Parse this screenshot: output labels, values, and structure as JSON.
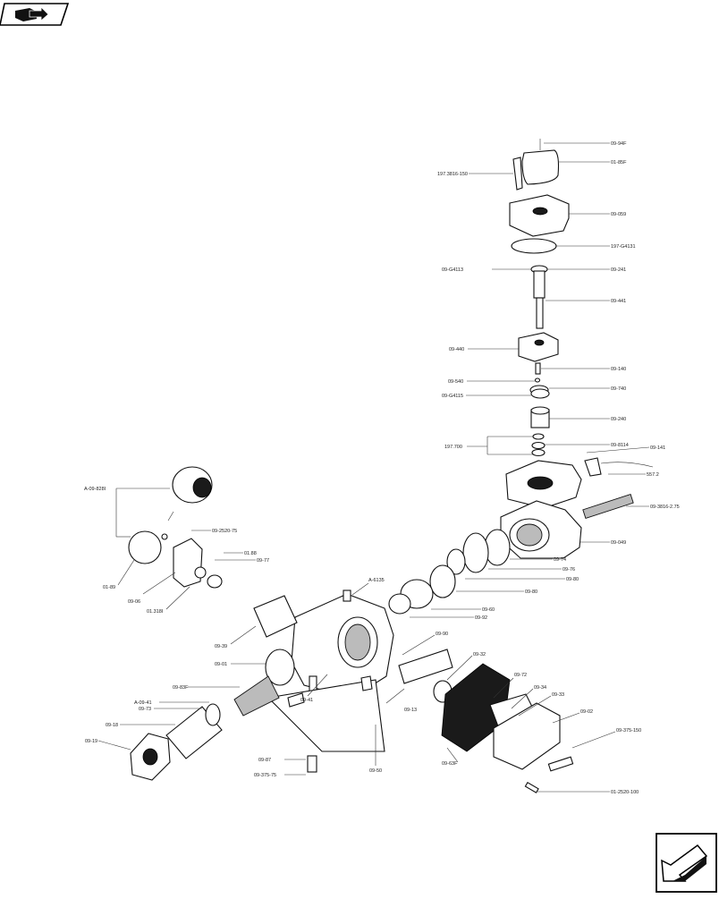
{
  "callouts": [
    {
      "id": "c1",
      "text": "09-94F"
    },
    {
      "id": "c2",
      "text": "01-85F"
    },
    {
      "id": "c3",
      "text": "197.3816-150"
    },
    {
      "id": "c4",
      "text": "09-059"
    },
    {
      "id": "c5",
      "text": "197-G4131"
    },
    {
      "id": "c6",
      "text": "09-G4113"
    },
    {
      "id": "c7",
      "text": "09-241"
    },
    {
      "id": "c8",
      "text": "09-441"
    },
    {
      "id": "c9",
      "text": "09-440"
    },
    {
      "id": "c10",
      "text": "09-140"
    },
    {
      "id": "c11",
      "text": "09-540"
    },
    {
      "id": "c12",
      "text": "09-740"
    },
    {
      "id": "c13",
      "text": "09-G4115"
    },
    {
      "id": "c14",
      "text": "09-240"
    },
    {
      "id": "c15",
      "text": "197.700"
    },
    {
      "id": "c16",
      "text": "09-8114"
    },
    {
      "id": "c17",
      "text": "09-141"
    },
    {
      "id": "c18",
      "text": "557.2"
    },
    {
      "id": "c19",
      "text": "09-3816-2.75"
    },
    {
      "id": "c20",
      "text": "09-049"
    },
    {
      "id": "c21",
      "text": "09-74"
    },
    {
      "id": "c22",
      "text": "09-76"
    },
    {
      "id": "c23",
      "text": "09-80"
    },
    {
      "id": "c24",
      "text": "09-80"
    },
    {
      "id": "c25",
      "text": "09-60"
    },
    {
      "id": "c26",
      "text": "09-92"
    },
    {
      "id": "c27",
      "text": "A-6135"
    },
    {
      "id": "c28",
      "text": "A-09-828I"
    },
    {
      "id": "c29",
      "text": "09-2520-75"
    },
    {
      "id": "c30",
      "text": "01.88"
    },
    {
      "id": "c31",
      "text": "09-77"
    },
    {
      "id": "c32",
      "text": "01-89"
    },
    {
      "id": "c33",
      "text": "09-06"
    },
    {
      "id": "c34",
      "text": "01.318I"
    },
    {
      "id": "c35",
      "text": "09-39"
    },
    {
      "id": "c36",
      "text": "09-01"
    },
    {
      "id": "c37",
      "text": "09-90"
    },
    {
      "id": "c38",
      "text": "09-32"
    },
    {
      "id": "c39",
      "text": "09-72"
    },
    {
      "id": "c40",
      "text": "09-34"
    },
    {
      "id": "c41",
      "text": "09-33"
    },
    {
      "id": "c42",
      "text": "09-02"
    },
    {
      "id": "c43",
      "text": "09-83F"
    },
    {
      "id": "c44",
      "text": "A-09-41"
    },
    {
      "id": "c45",
      "text": "09-73"
    },
    {
      "id": "c46",
      "text": "09-41"
    },
    {
      "id": "c47",
      "text": "09-13"
    },
    {
      "id": "c48",
      "text": "09-18"
    },
    {
      "id": "c49",
      "text": "09-19"
    },
    {
      "id": "c50",
      "text": "09-63F"
    },
    {
      "id": "c51",
      "text": "09-375-150"
    },
    {
      "id": "c52",
      "text": "09-87"
    },
    {
      "id": "c53",
      "text": "09-375-75"
    },
    {
      "id": "c54",
      "text": "09-50"
    },
    {
      "id": "c55",
      "text": "01-2520-100"
    }
  ],
  "nav": {
    "top_icon": "book-arrow-icon",
    "bottom_icon": "next-page-arrow-icon"
  }
}
